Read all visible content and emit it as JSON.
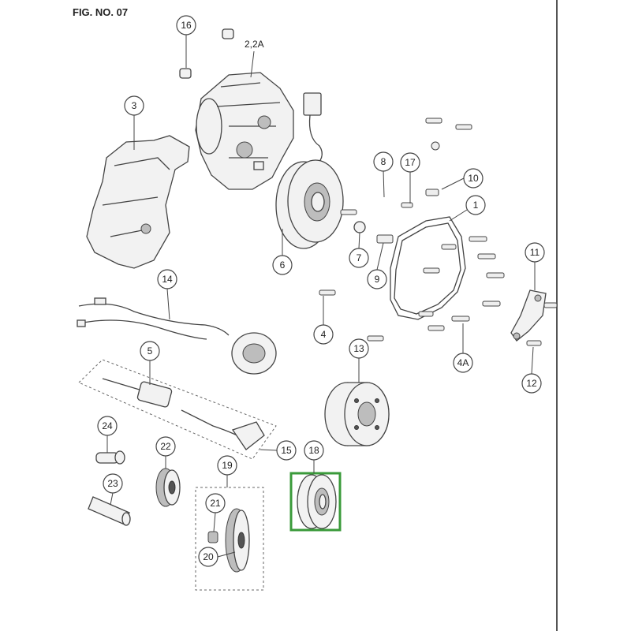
{
  "figure": {
    "title": "FIG. NO. 07",
    "highlight_color": "#3a9a3a",
    "highlighted_part": "18"
  },
  "callouts": [
    "16",
    "3",
    "8",
    "17",
    "10",
    "1",
    "6",
    "7",
    "9",
    "11",
    "14",
    "4",
    "4A",
    "5",
    "13",
    "12",
    "15",
    "18",
    "24",
    "22",
    "19",
    "23",
    "21",
    "20"
  ],
  "labels": {
    "housing": "2,2A"
  }
}
